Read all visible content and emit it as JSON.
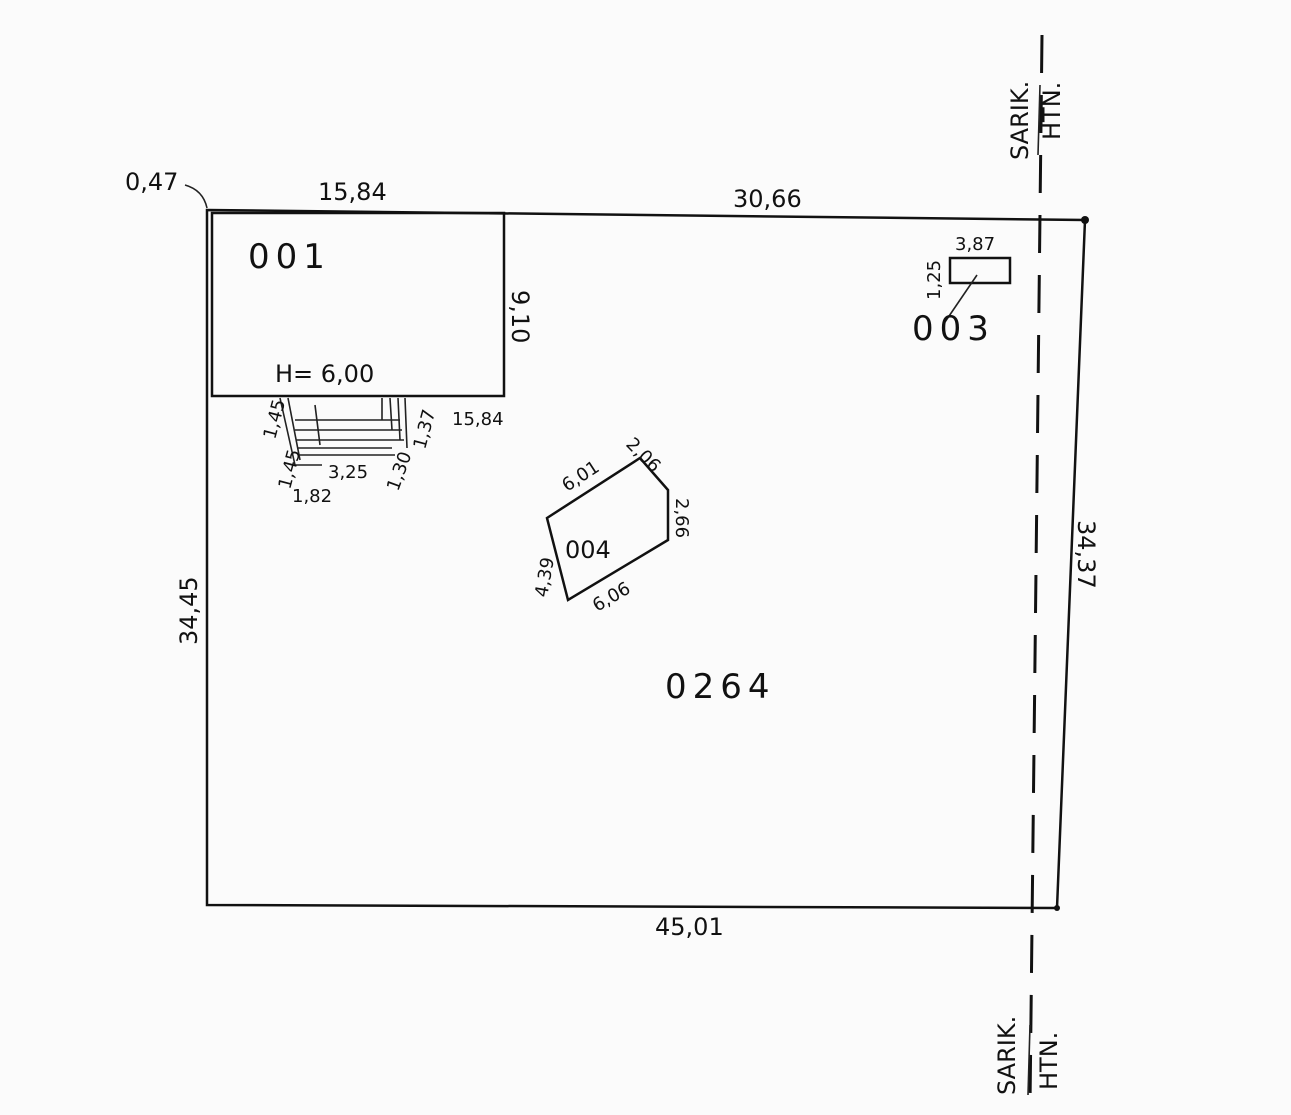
{
  "parcel": {
    "id": "0264",
    "top_left_offset": "0,47",
    "top_segment_1": "15,84",
    "top_segment_2": "30,66",
    "left_side": "34,45",
    "right_side": "34,37",
    "bottom_side": "45,01"
  },
  "building_001": {
    "id": "001",
    "height": "H= 6,00",
    "depth": "9,10",
    "width_bottom": "15,84"
  },
  "stairs": {
    "dims": [
      "1,45",
      "1,45",
      "1,82",
      "3,25",
      "1,30",
      "1,37"
    ]
  },
  "building_003": {
    "id": "003",
    "width": "3,87",
    "depth": "1,25"
  },
  "building_004": {
    "id": "004",
    "top": "6,01",
    "corner": "2,06",
    "right": "2,66",
    "bottom": "6,06",
    "left": "4,39"
  },
  "boundary_line": {
    "top_label_1": "SARIK.",
    "top_label_2": "HTN.",
    "bottom_label_1": "SARIK.",
    "bottom_label_2": "HTN."
  }
}
